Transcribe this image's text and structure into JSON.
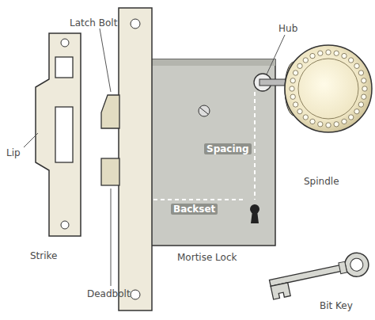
{
  "diagram": {
    "labels": [
      "Latch Bolt",
      "Hub",
      "Lip",
      "Spacing",
      "Spindle",
      "Backset",
      "Strike",
      "Mortise Lock",
      "Deadbolt",
      "Bit Key"
    ]
  }
}
